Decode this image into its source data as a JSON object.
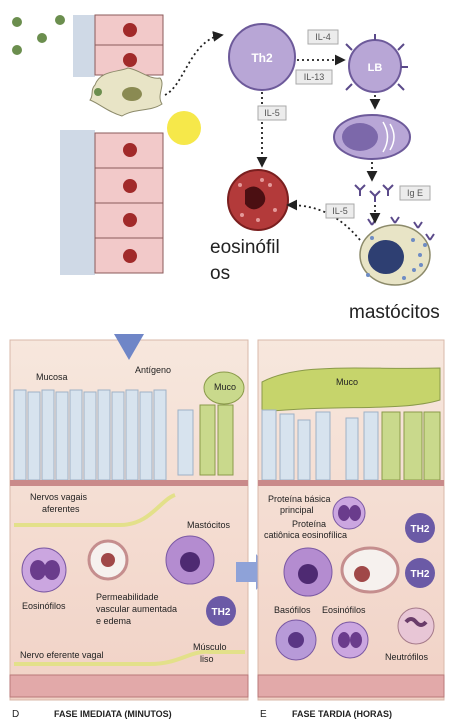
{
  "top": {
    "cells": {
      "th2": "Th2",
      "lb": "LB"
    },
    "cytokines": {
      "il4": "IL-4",
      "il13": "IL-13",
      "il5_left": "IL-5",
      "il5_right": "IL-5",
      "ige": "Ig E"
    },
    "captions": {
      "eosinofilos_line1": "eosinófil",
      "eosinofilos_line2": "os",
      "mastocitos": "mastócitos"
    },
    "colors": {
      "cell_purple": "#b8a6d6",
      "cell_red": "#a12a2a",
      "epithelium": "#e9b5b5"
    }
  },
  "bottom": {
    "left_panel": {
      "letter": "D",
      "title": "FASE IMEDIATA (MINUTOS)",
      "labels": {
        "mucosa": "Mucosa",
        "antigeno": "Antígeno",
        "muco": "Muco",
        "nervos1": "Nervos vagais",
        "nervos2": "aferentes",
        "mastocitos": "Mastócitos",
        "eosinofilos": "Eosinófilos",
        "perm1": "Permeabilidade",
        "perm2": "vascular aumentada",
        "perm3": "e edema",
        "th2": "TH2",
        "nervo_eferente": "Nervo eferente vagal",
        "musculo1": "Músculo",
        "musculo2": "liso"
      }
    },
    "right_panel": {
      "letter": "E",
      "title": "FASE TARDIA (HORAS)",
      "labels": {
        "muco": "Muco",
        "proteina1": "Proteína básica",
        "proteina2": "principal",
        "proteina3": "Proteína",
        "proteina4": "catiônica eosinofílica",
        "th2_a": "TH2",
        "th2_b": "TH2",
        "basofilos": "Basófilos",
        "eosinofilos": "Eosinófilos",
        "neutrofilos": "Neutrófilos"
      }
    }
  }
}
